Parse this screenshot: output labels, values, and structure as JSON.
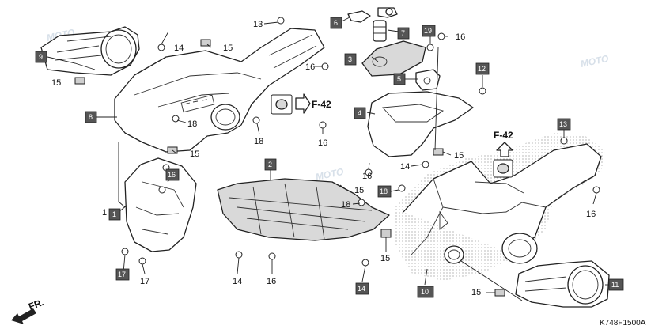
{
  "diagram": {
    "drawing_code": "K748F1500A",
    "direction_label": "FR.",
    "reference_labels": [
      "F-42",
      "F-42"
    ],
    "watermark": "MOTO",
    "boxed_callouts": [
      "9",
      "8",
      "1",
      "16",
      "17",
      "2",
      "3",
      "6",
      "7",
      "19",
      "5",
      "4",
      "12",
      "18",
      "14",
      "10",
      "11",
      "13"
    ],
    "plain_callouts": {
      "c13": "13",
      "c14a": "14",
      "c15a": "15",
      "c15b": "15",
      "c16a": "16",
      "c18a": "18",
      "c18b": "18",
      "c15c": "15",
      "c1": "1",
      "c17": "17",
      "c14b": "14",
      "c16b": "16",
      "c15d": "15",
      "c18c": "18",
      "c15e": "15",
      "c16c": "16",
      "c16d": "16",
      "c14c": "14",
      "c15f": "15",
      "c16e": "16",
      "c15g": "15",
      "c16f": "16"
    }
  }
}
